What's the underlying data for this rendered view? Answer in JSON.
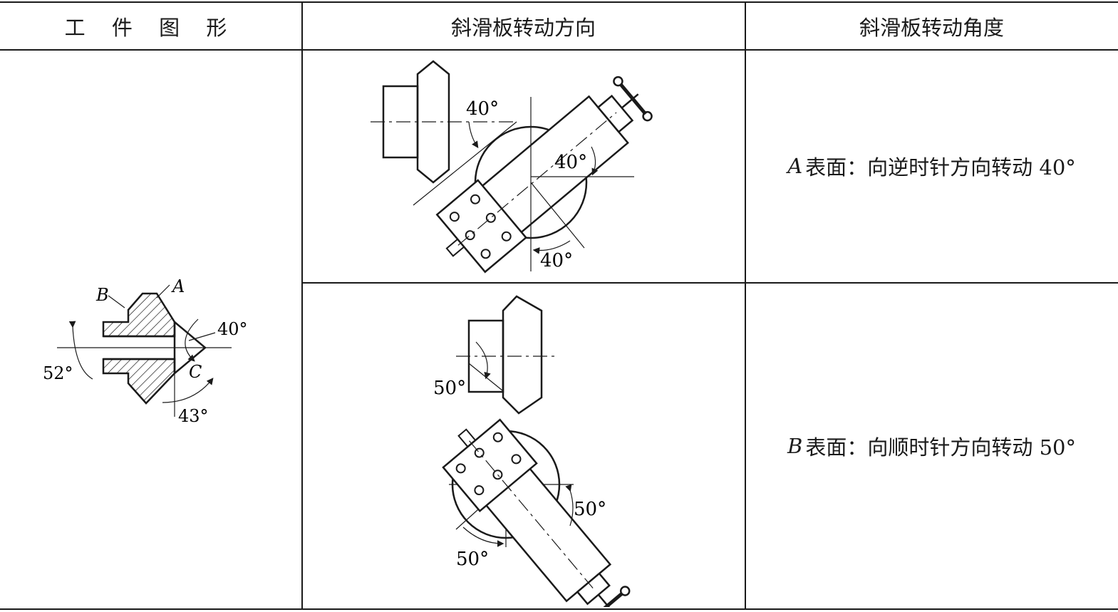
{
  "header": {
    "col1": "工 件 图 形",
    "col2": "斜滑板转动方向",
    "col3": "斜滑板转动角度"
  },
  "rows": [
    {
      "surface_letter": "A",
      "description": "表面：向逆时针方向转动 40°",
      "labels": {
        "top_angle": "40°",
        "mid_angle": "40°",
        "bottom_angle": "40°"
      }
    },
    {
      "surface_letter": "B",
      "description": "表面：向顺时针方向转动 50°",
      "labels": {
        "top_angle": "50°",
        "right_angle": "50°",
        "bottom_angle": "50°"
      }
    }
  ],
  "workpiece": {
    "label_a": "A",
    "label_b": "B",
    "label_c": "C",
    "angle_40": "40°",
    "angle_52": "52°",
    "angle_43": "43°"
  }
}
